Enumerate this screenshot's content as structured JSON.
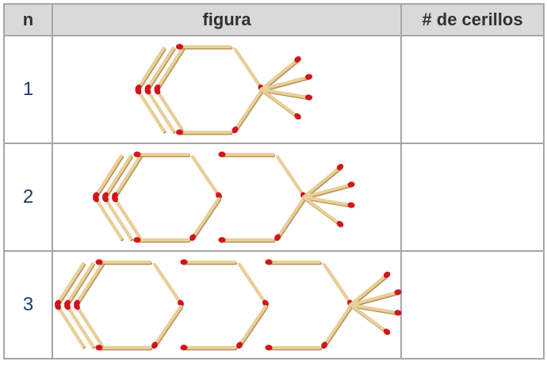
{
  "table": {
    "headers": {
      "n": "n",
      "figure": "figura",
      "count": "# de cerillos"
    },
    "rows": [
      {
        "n": "1",
        "figure": "1 hexagon of matches",
        "count": ""
      },
      {
        "n": "2",
        "figure": "2 hexagons of matches",
        "count": ""
      },
      {
        "n": "3",
        "figure": "3 hexagons of matches",
        "count": ""
      }
    ]
  },
  "colors": {
    "header_bg": "#d9d9d9",
    "border": "#a6a6a6",
    "number_text": "#1f3a6e",
    "match_stick": "#e9cf98",
    "match_head": "#d0161b"
  }
}
